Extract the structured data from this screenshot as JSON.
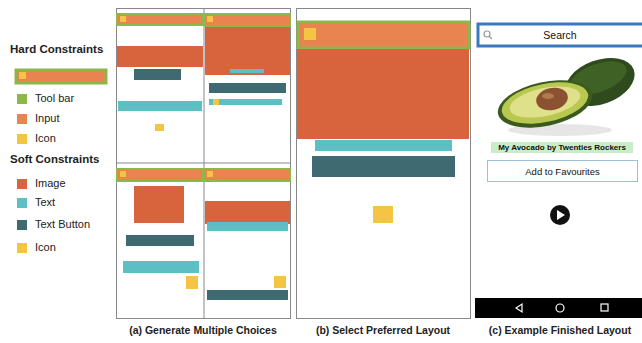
{
  "diagram": {
    "nodes": [
      {
        "text": [
          "Search"
        ]
      },
      {
        "text": [
          "My Avocado by Twenties Rockers"
        ]
      },
      {
        "text": [
          "Add to Favourites"
        ]
      }
    ],
    "labels": [
      "Hard Constraints",
      "Soft Constraints",
      "(a) Generate Multiple Choices",
      "(b) Select Preferred Layout",
      "(c) Example Finished Layout"
    ],
    "legend": [
      {
        "text": "Tool bar",
        "color": "#8cb84a"
      },
      {
        "text": "Input",
        "color": "#e9834f"
      },
      {
        "text": "Icon",
        "color": "#f4c443"
      },
      {
        "text": "Image",
        "color": "#d8643e"
      },
      {
        "text": "Text",
        "color": "#5cbfc4"
      },
      {
        "text": "Text Button",
        "color": "#3f6a72"
      },
      {
        "text": "Icon",
        "color": "#f4c443"
      }
    ]
  }
}
